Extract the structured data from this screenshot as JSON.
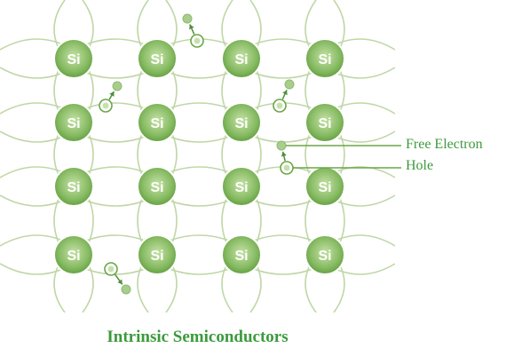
{
  "caption": "Intrinsic Semiconductors",
  "atom_symbol": "Si",
  "labels": {
    "free_electron": "Free Electron",
    "hole": "Hole"
  },
  "lattice": {
    "rows": 4,
    "cols": 4
  },
  "colors": {
    "atom_fill_center": "#c5e2a6",
    "atom_fill_edge": "#6aa646",
    "bond_stroke": "#bfd7a6",
    "electron_fill": "#a9cd8d",
    "text_green": "#3c9a3c"
  }
}
